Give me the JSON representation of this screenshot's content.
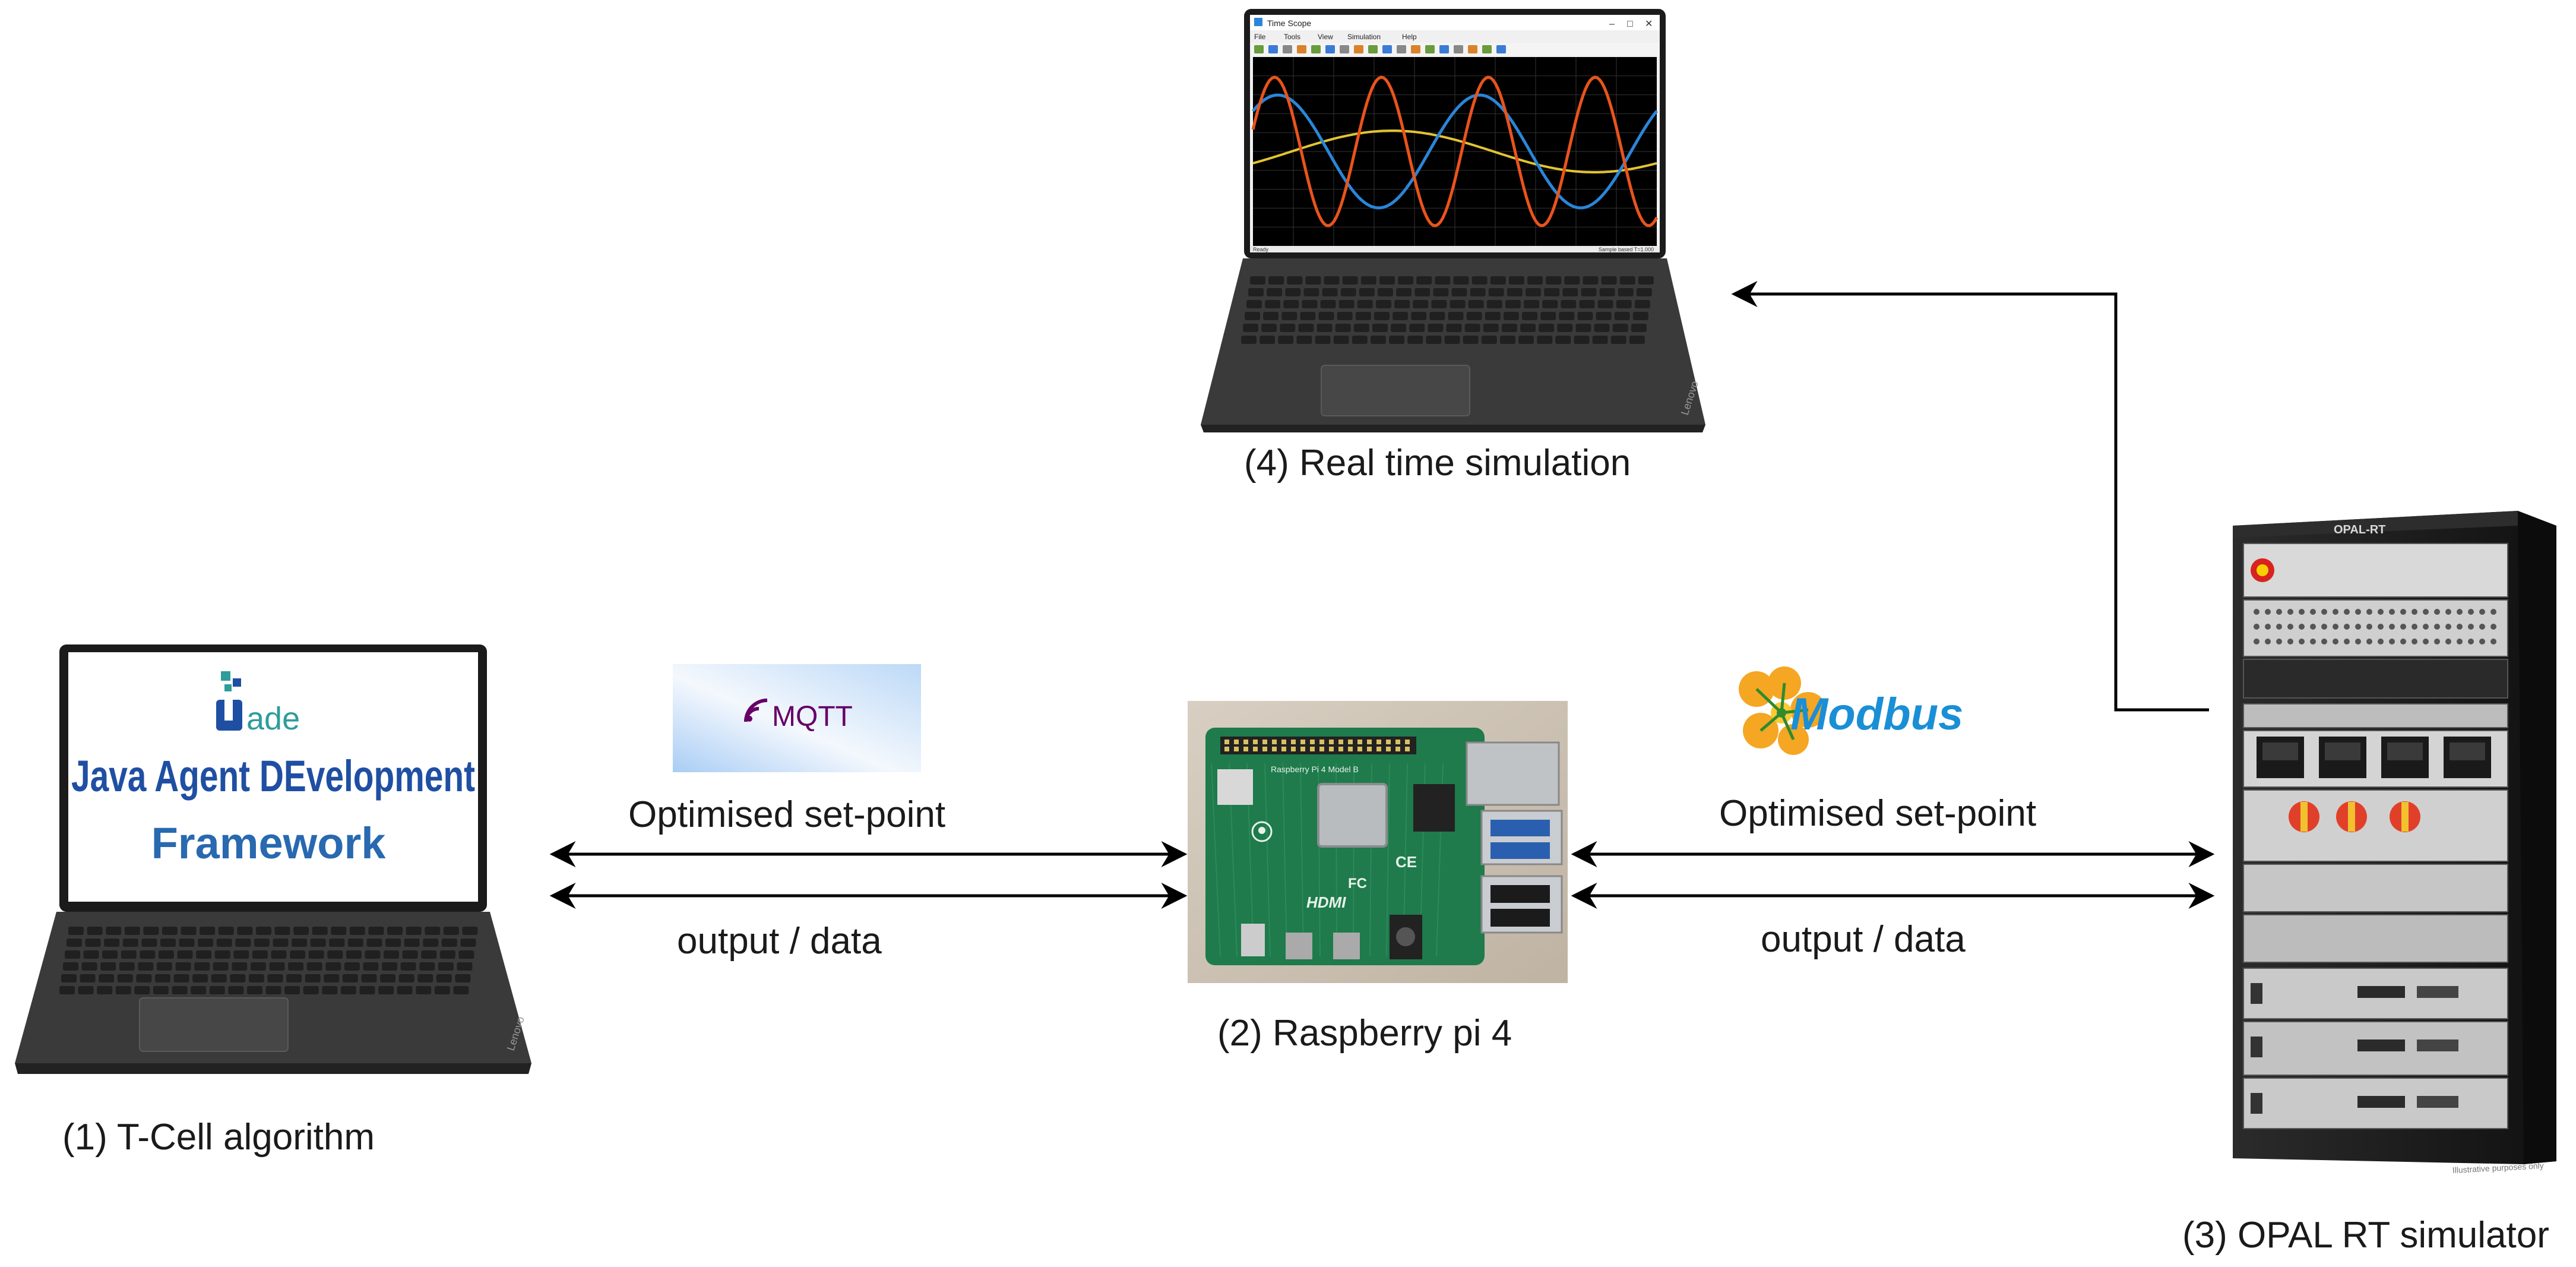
{
  "nodes": {
    "tcell": {
      "caption": "(1) T-Cell algorithm",
      "screen": {
        "logo_text": "ade",
        "line1": "Java Agent DEvelopment",
        "line2": "Framework"
      },
      "laptop_brand": "Lenovo"
    },
    "raspberry": {
      "caption": "(2) Raspberry pi 4",
      "board_marks": [
        "Raspberry Pi 4 Model B",
        "HDMI",
        "CE",
        "FC"
      ]
    },
    "opal": {
      "caption": "(3) OPAL RT simulator",
      "brand": "OPAL-RT",
      "watermark": "Illustrative purposes only"
    },
    "realtime": {
      "caption": "(4) Real time simulation",
      "window_title": "Time Scope",
      "menu": [
        "File",
        "Tools",
        "View",
        "Simulation",
        "Help"
      ],
      "status_left": "Ready",
      "status_right": "Sample based   T=1.000",
      "laptop_brand": "Lenovo"
    }
  },
  "links": {
    "left": {
      "protocol": "MQTT",
      "top_label": "Optimised set-point",
      "bottom_label": "output / data"
    },
    "right": {
      "protocol": "Modbus",
      "top_label": "Optimised set-point",
      "bottom_label": "output / data"
    }
  },
  "colors": {
    "arrow": "#000000",
    "jade_blue": "#1f4fa3",
    "jade_green": "#2e9d9a",
    "mqtt_purple": "#660066",
    "modbus_blue": "#1a8fd6",
    "modbus_orange": "#f5a623",
    "scope_orange": "#e8541c",
    "scope_blue": "#2a86d8",
    "scope_yellow": "#e3c431",
    "pcb_green": "#1f7a4c",
    "rack_body": "#1c1c1c"
  }
}
